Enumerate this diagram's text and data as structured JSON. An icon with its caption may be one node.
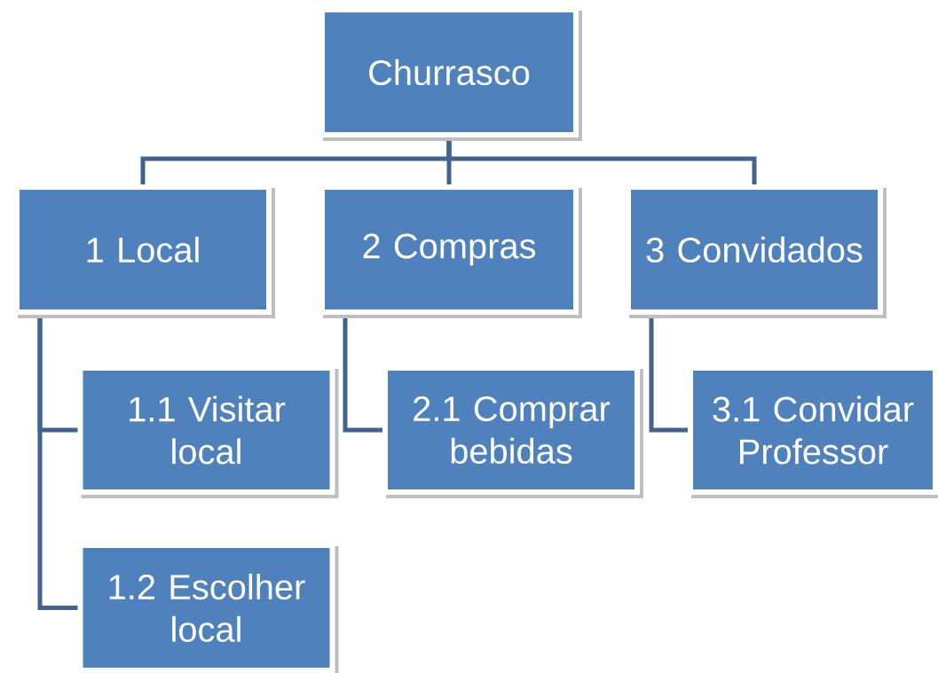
{
  "diagram": {
    "nodes": [
      {
        "text": [
          "Churrasco"
        ]
      },
      {
        "text": [
          "1 Local"
        ]
      },
      {
        "text": [
          "2 Compras"
        ]
      },
      {
        "text": [
          "3 Convidados"
        ]
      },
      {
        "text": [
          "1.1 Visitar local"
        ]
      },
      {
        "text": [
          "2.1 Comprar bebidas"
        ]
      },
      {
        "text": [
          "3.1 Convidar Professor"
        ]
      },
      {
        "text": [
          "1.2 Escolher local"
        ]
      }
    ],
    "edges": [
      {
        "from": 0,
        "to": 1,
        "arrow": "none"
      },
      {
        "from": 0,
        "to": 2,
        "arrow": "none"
      },
      {
        "from": 0,
        "to": 3,
        "arrow": "none"
      },
      {
        "from": 1,
        "to": 4,
        "arrow": "none"
      },
      {
        "from": 1,
        "to": 7,
        "arrow": "none"
      },
      {
        "from": 2,
        "to": 5,
        "arrow": "none"
      },
      {
        "from": 3,
        "to": 6,
        "arrow": "none"
      }
    ]
  }
}
